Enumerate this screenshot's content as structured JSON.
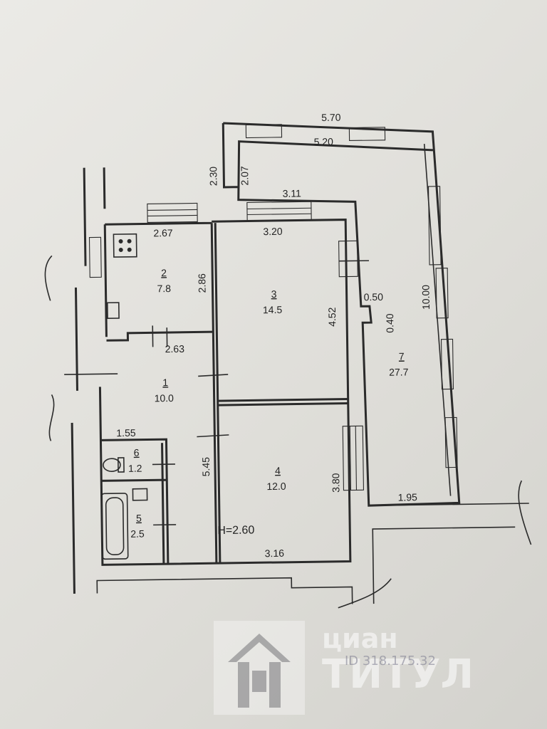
{
  "plan": {
    "height_label": "H=2.60",
    "rooms": [
      {
        "id": "room-1",
        "number": "1",
        "area": "10.0"
      },
      {
        "id": "room-2",
        "number": "2",
        "area": "7.8"
      },
      {
        "id": "room-3",
        "number": "3",
        "area": "14.5"
      },
      {
        "id": "room-4",
        "number": "4",
        "area": "12.0"
      },
      {
        "id": "room-5",
        "number": "5",
        "area": "2.5"
      },
      {
        "id": "room-6",
        "number": "6",
        "area": "1.2"
      },
      {
        "id": "room-7",
        "number": "7",
        "area": "27.7"
      }
    ],
    "dimensions": {
      "balcony_outer_top": "5.70",
      "balcony_inner_top": "5.20",
      "balcony_outer_left": "2.30",
      "balcony_inner_left": "2.07",
      "balcony_bottom": "3.11",
      "balcony_right": "10.00",
      "balcony_step_w": "0.50",
      "balcony_step_h": "0.40",
      "balcony_end": "1.95",
      "kitchen_top": "2.67",
      "kitchen_height": "2.86",
      "kitchen_bottom": "2.63",
      "room3_top": "3.20",
      "room3_height": "4.52",
      "hall_height": "5.45",
      "bath_width": "1.55",
      "room4_height": "3.80",
      "room4_bottom": "3.16"
    }
  },
  "watermark": {
    "brand_top": "циан",
    "brand_bottom": "ТИТУЛ",
    "id_text": "ID 318.175.32"
  }
}
